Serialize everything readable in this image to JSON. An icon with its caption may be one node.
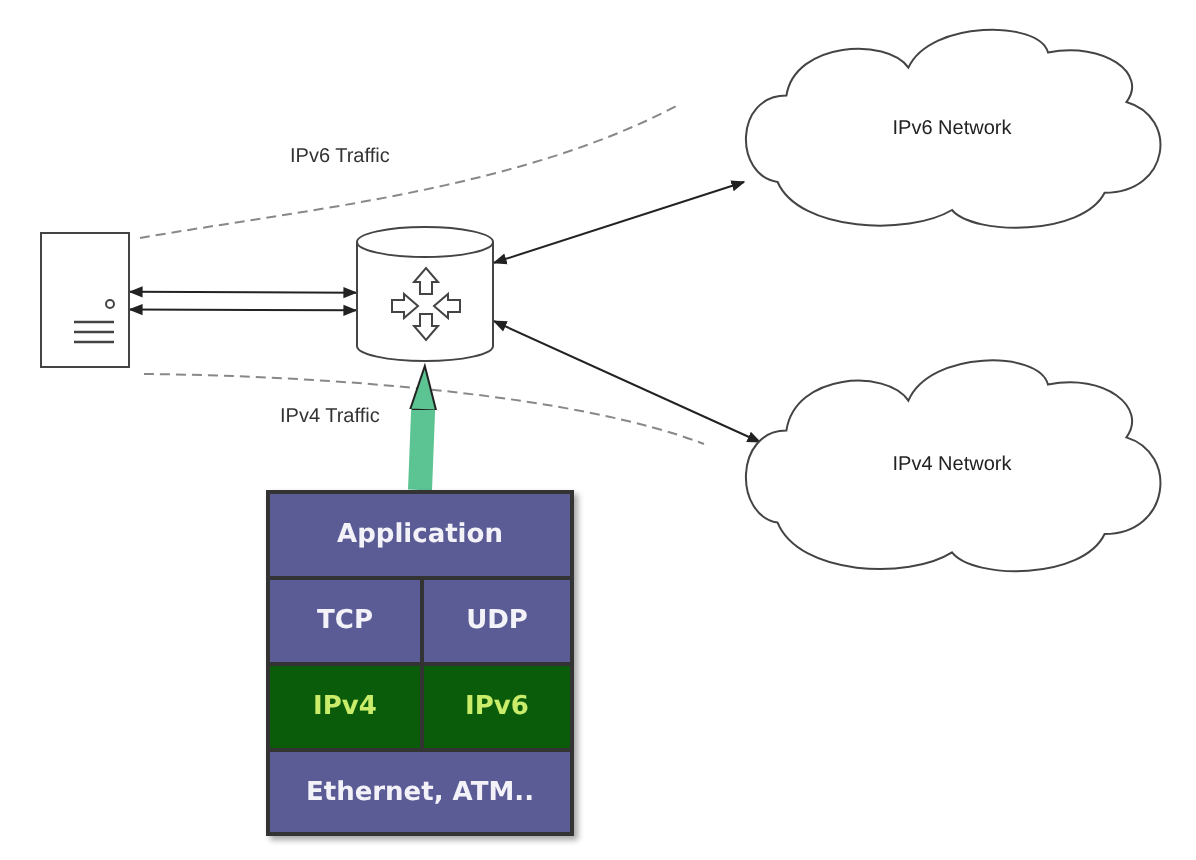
{
  "diagram": {
    "nodes": [
      {
        "text": [],
        "shape": "picture"
      },
      {
        "text": [],
        "shape": "cylinder"
      },
      {
        "text": [
          "IPv6 Network"
        ]
      },
      {
        "text": [
          "IPv4 Network"
        ]
      },
      {
        "text": [],
        "shape": "box"
      },
      {
        "text": [
          "Application"
        ],
        "in": 4
      },
      {
        "text": [
          "TCP"
        ],
        "in": 4
      },
      {
        "text": [
          "UDP"
        ],
        "in": 4
      },
      {
        "text": [
          "IPv4"
        ],
        "in": 4
      },
      {
        "text": [
          "IPv6"
        ],
        "in": 4
      },
      {
        "text": [
          "Ethernet, ATM.."
        ],
        "in": 4
      }
    ],
    "edges": [
      {
        "from": 0,
        "to": 1,
        "arrow": "both"
      },
      {
        "from": 0,
        "to": 1,
        "arrow": "both"
      },
      {
        "from": 1,
        "to": 2,
        "arrow": "both"
      },
      {
        "from": 1,
        "to": 3,
        "arrow": "both"
      },
      {
        "from": 4,
        "to": 1,
        "arrow": "to",
        "style": "thick",
        "color": "#5cc393"
      }
    ],
    "labels": [
      "IPv6 Traffic",
      "IPv4 Traffic"
    ]
  }
}
